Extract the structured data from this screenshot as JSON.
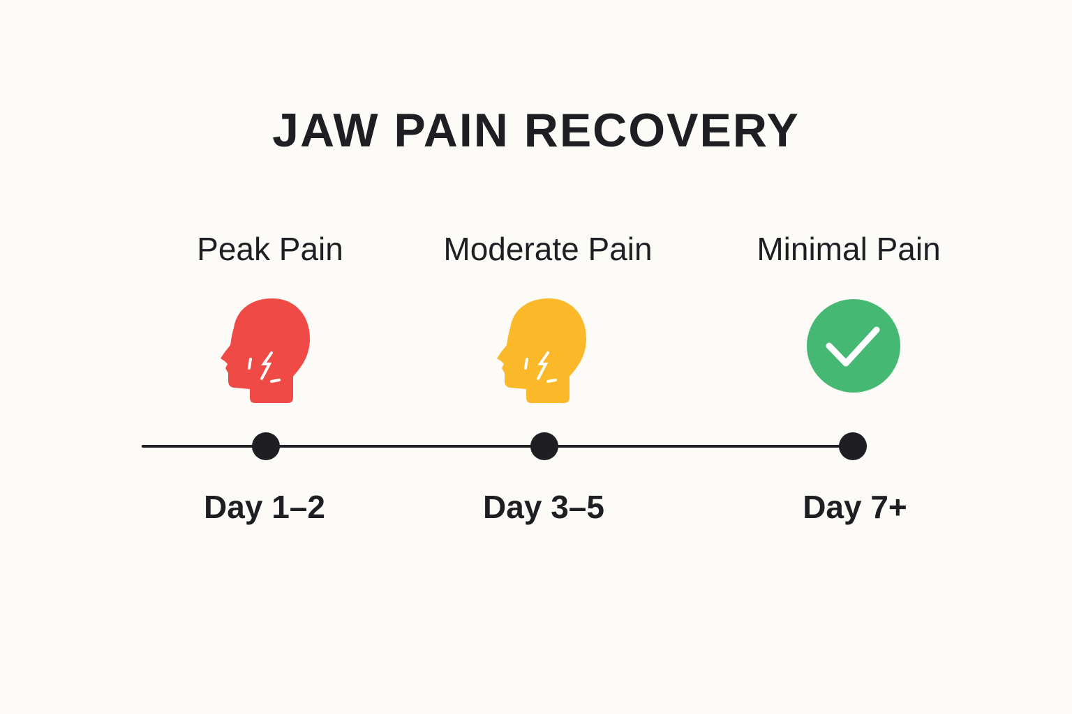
{
  "title": "JAW PAIN RECOVERY",
  "stages": [
    {
      "label": "Peak Pain",
      "day": "Day 1–2",
      "icon": "head-pain-icon",
      "color": "#ef4a45"
    },
    {
      "label": "Moderate Pain",
      "day": "Day 3–5",
      "icon": "head-pain-icon",
      "color": "#fbb829"
    },
    {
      "label": "Minimal Pain",
      "day": "Day 7+",
      "icon": "check-circle-icon",
      "color": "#45b873"
    }
  ],
  "colors": {
    "text": "#1f1f23",
    "background": "#fcfbf7"
  }
}
